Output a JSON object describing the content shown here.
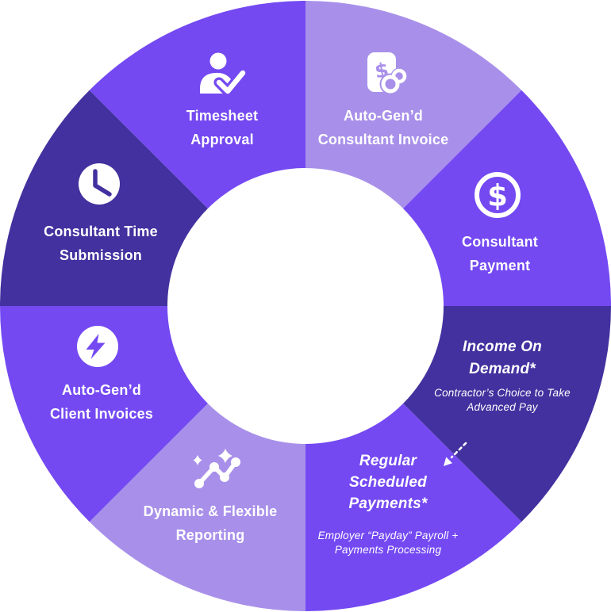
{
  "colors": {
    "medium": "#7449f2",
    "light": "#a890ea",
    "dark": "#42319e",
    "white": "#ffffff"
  },
  "segments": {
    "auto_gend_consultant_invoice": {
      "line1": "Auto-Gen’d",
      "line2": "Consultant Invoice",
      "color": "#a890ea",
      "icon": "invoice-coins-icon"
    },
    "consultant_payment": {
      "line1": "Consultant",
      "line2": "Payment",
      "color": "#7449f2",
      "icon": "dollar-circle-icon"
    },
    "income_on_demand": {
      "line1": "Income On",
      "line2": "Demand*",
      "sub1": "Contractor’s Choice to Take",
      "sub2": "Advanced Pay",
      "color": "#42319e"
    },
    "regular_scheduled_payments": {
      "line1": "Regular",
      "line2": "Scheduled",
      "line3": "Payments*",
      "sub1": "Employer “Payday” Payroll +",
      "sub2": "Payments Processing",
      "color": "#7449f2"
    },
    "dynamic_flexible_reporting": {
      "line1": "Dynamic & Flexible",
      "line2": "Reporting",
      "color": "#a890ea",
      "icon": "sparkle-trend-icon"
    },
    "auto_gend_client_invoices": {
      "line1": "Auto-Gen’d",
      "line2": "Client Invoices",
      "color": "#7449f2",
      "icon": "lightning-icon"
    },
    "consultant_time_submission": {
      "line1": "Consultant Time",
      "line2": "Submission",
      "color": "#42319e",
      "icon": "clock-icon"
    },
    "timesheet_approval": {
      "line1": "Timesheet",
      "line2": "Approval",
      "color": "#7449f2",
      "icon": "person-check-icon"
    }
  },
  "glyphs": {
    "dollar": "$"
  },
  "arrow": {
    "style": "dashed",
    "color": "#ffffff",
    "direction": "down-left"
  }
}
